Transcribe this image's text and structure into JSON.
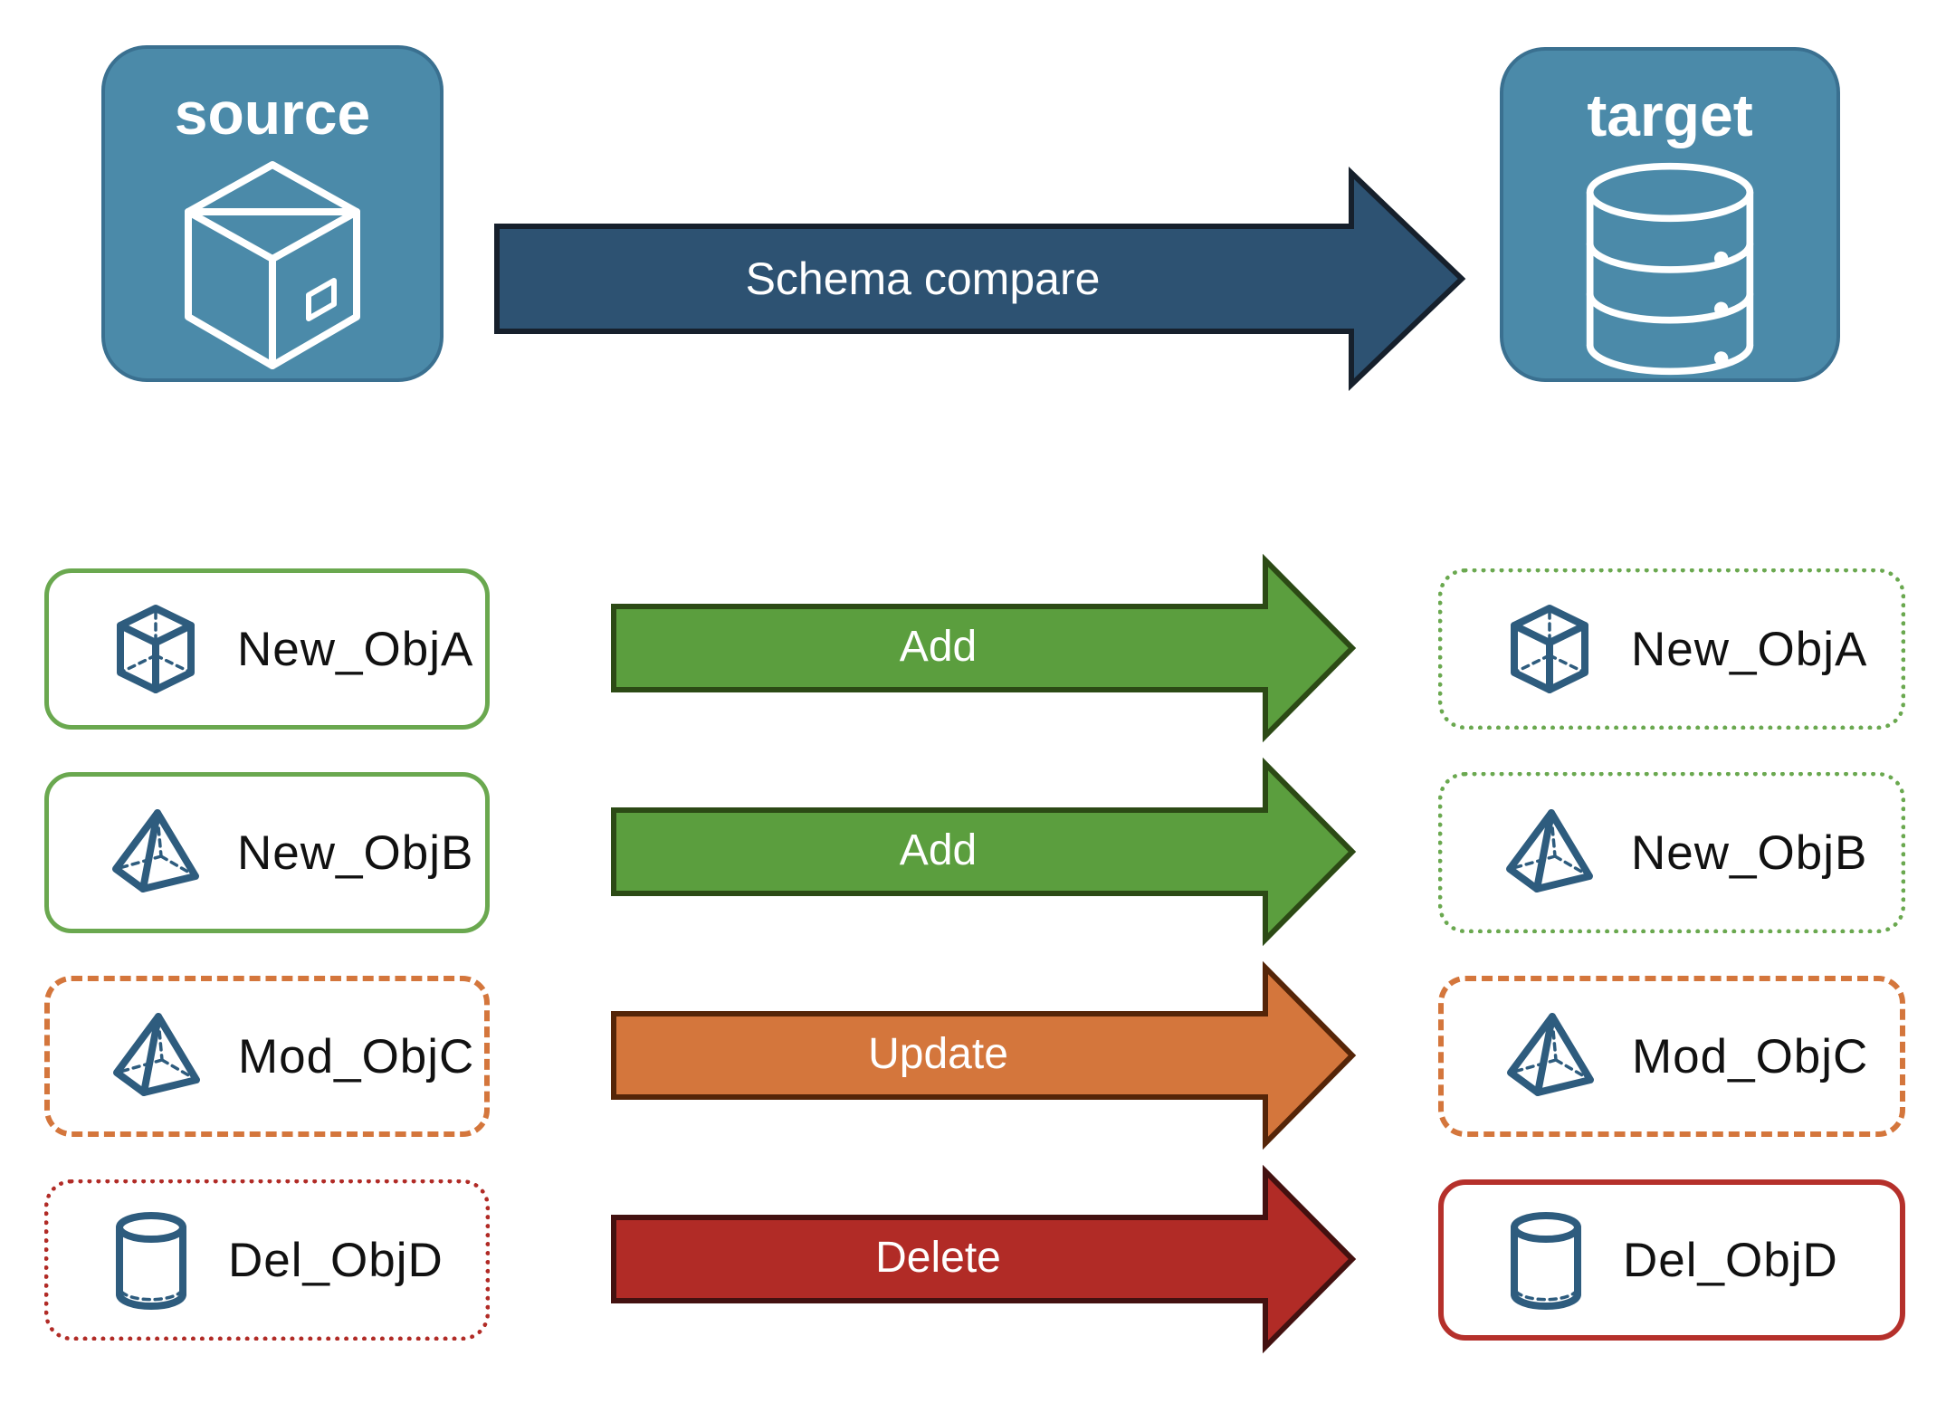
{
  "diagram": {
    "source_node": {
      "label": "source",
      "icon": "package-icon"
    },
    "target_node": {
      "label": "target",
      "icon": "database-icon"
    },
    "compare_arrow": {
      "label": "Schema compare"
    },
    "rows": [
      {
        "object": "New_ObjA",
        "action": "Add",
        "icon": "cube-icon",
        "source_border": "solid-green",
        "target_border": "dotted-green"
      },
      {
        "object": "New_ObjB",
        "action": "Add",
        "icon": "pyramid-icon",
        "source_border": "solid-green",
        "target_border": "dotted-green"
      },
      {
        "object": "Mod_ObjC",
        "action": "Update",
        "icon": "pyramid-icon",
        "source_border": "dashed-orange",
        "target_border": "dashed-orange"
      },
      {
        "object": "Del_ObjD",
        "action": "Delete",
        "icon": "cylinder-icon",
        "source_border": "dotted-red",
        "target_border": "solid-red"
      }
    ],
    "colors": {
      "node_fill": "#4b8aa9",
      "node_border": "#3a7090",
      "compare_arrow_fill": "#2d5272",
      "compare_arrow_outline": "#16202c",
      "add_arrow_fill": "#5b9e3e",
      "add_arrow_outline": "#2c4a15",
      "update_arrow_fill": "#d4763c",
      "update_arrow_outline": "#552508",
      "delete_arrow_fill": "#b12b26",
      "delete_arrow_outline": "#431110",
      "green_border": "#6aa84f",
      "orange_border": "#d4763c",
      "red_dotted_border": "#b12b26",
      "red_solid_border": "#b5302b",
      "object_icon_blue": "#2e5c7e",
      "label_text": "#111111",
      "arrow_text": "#ffffff"
    }
  }
}
